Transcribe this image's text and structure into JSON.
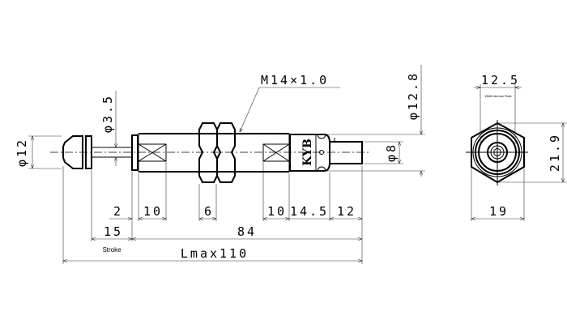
{
  "drawing": {
    "thread_callout": "M14×1.0",
    "brand": "KYB",
    "dims": {
      "tip_diameter": "φ12",
      "rod_diameter": "φ3.5",
      "body_diameter": "φ12.8",
      "end_rod_diameter": "φ8",
      "flange": "2",
      "flats_left": "10",
      "nut": "6",
      "flats_right": "10",
      "cap": "14.5",
      "end_rod": "12",
      "stroke": "15",
      "stroke_label": "Stroke",
      "body_length": "84",
      "total_length": "Lmax110"
    },
    "side_view": {
      "width_across_flats": "12.5",
      "width_across_flats_label": "Width Across Flats",
      "hex_corners": "21.9",
      "overall_width": "19"
    }
  }
}
